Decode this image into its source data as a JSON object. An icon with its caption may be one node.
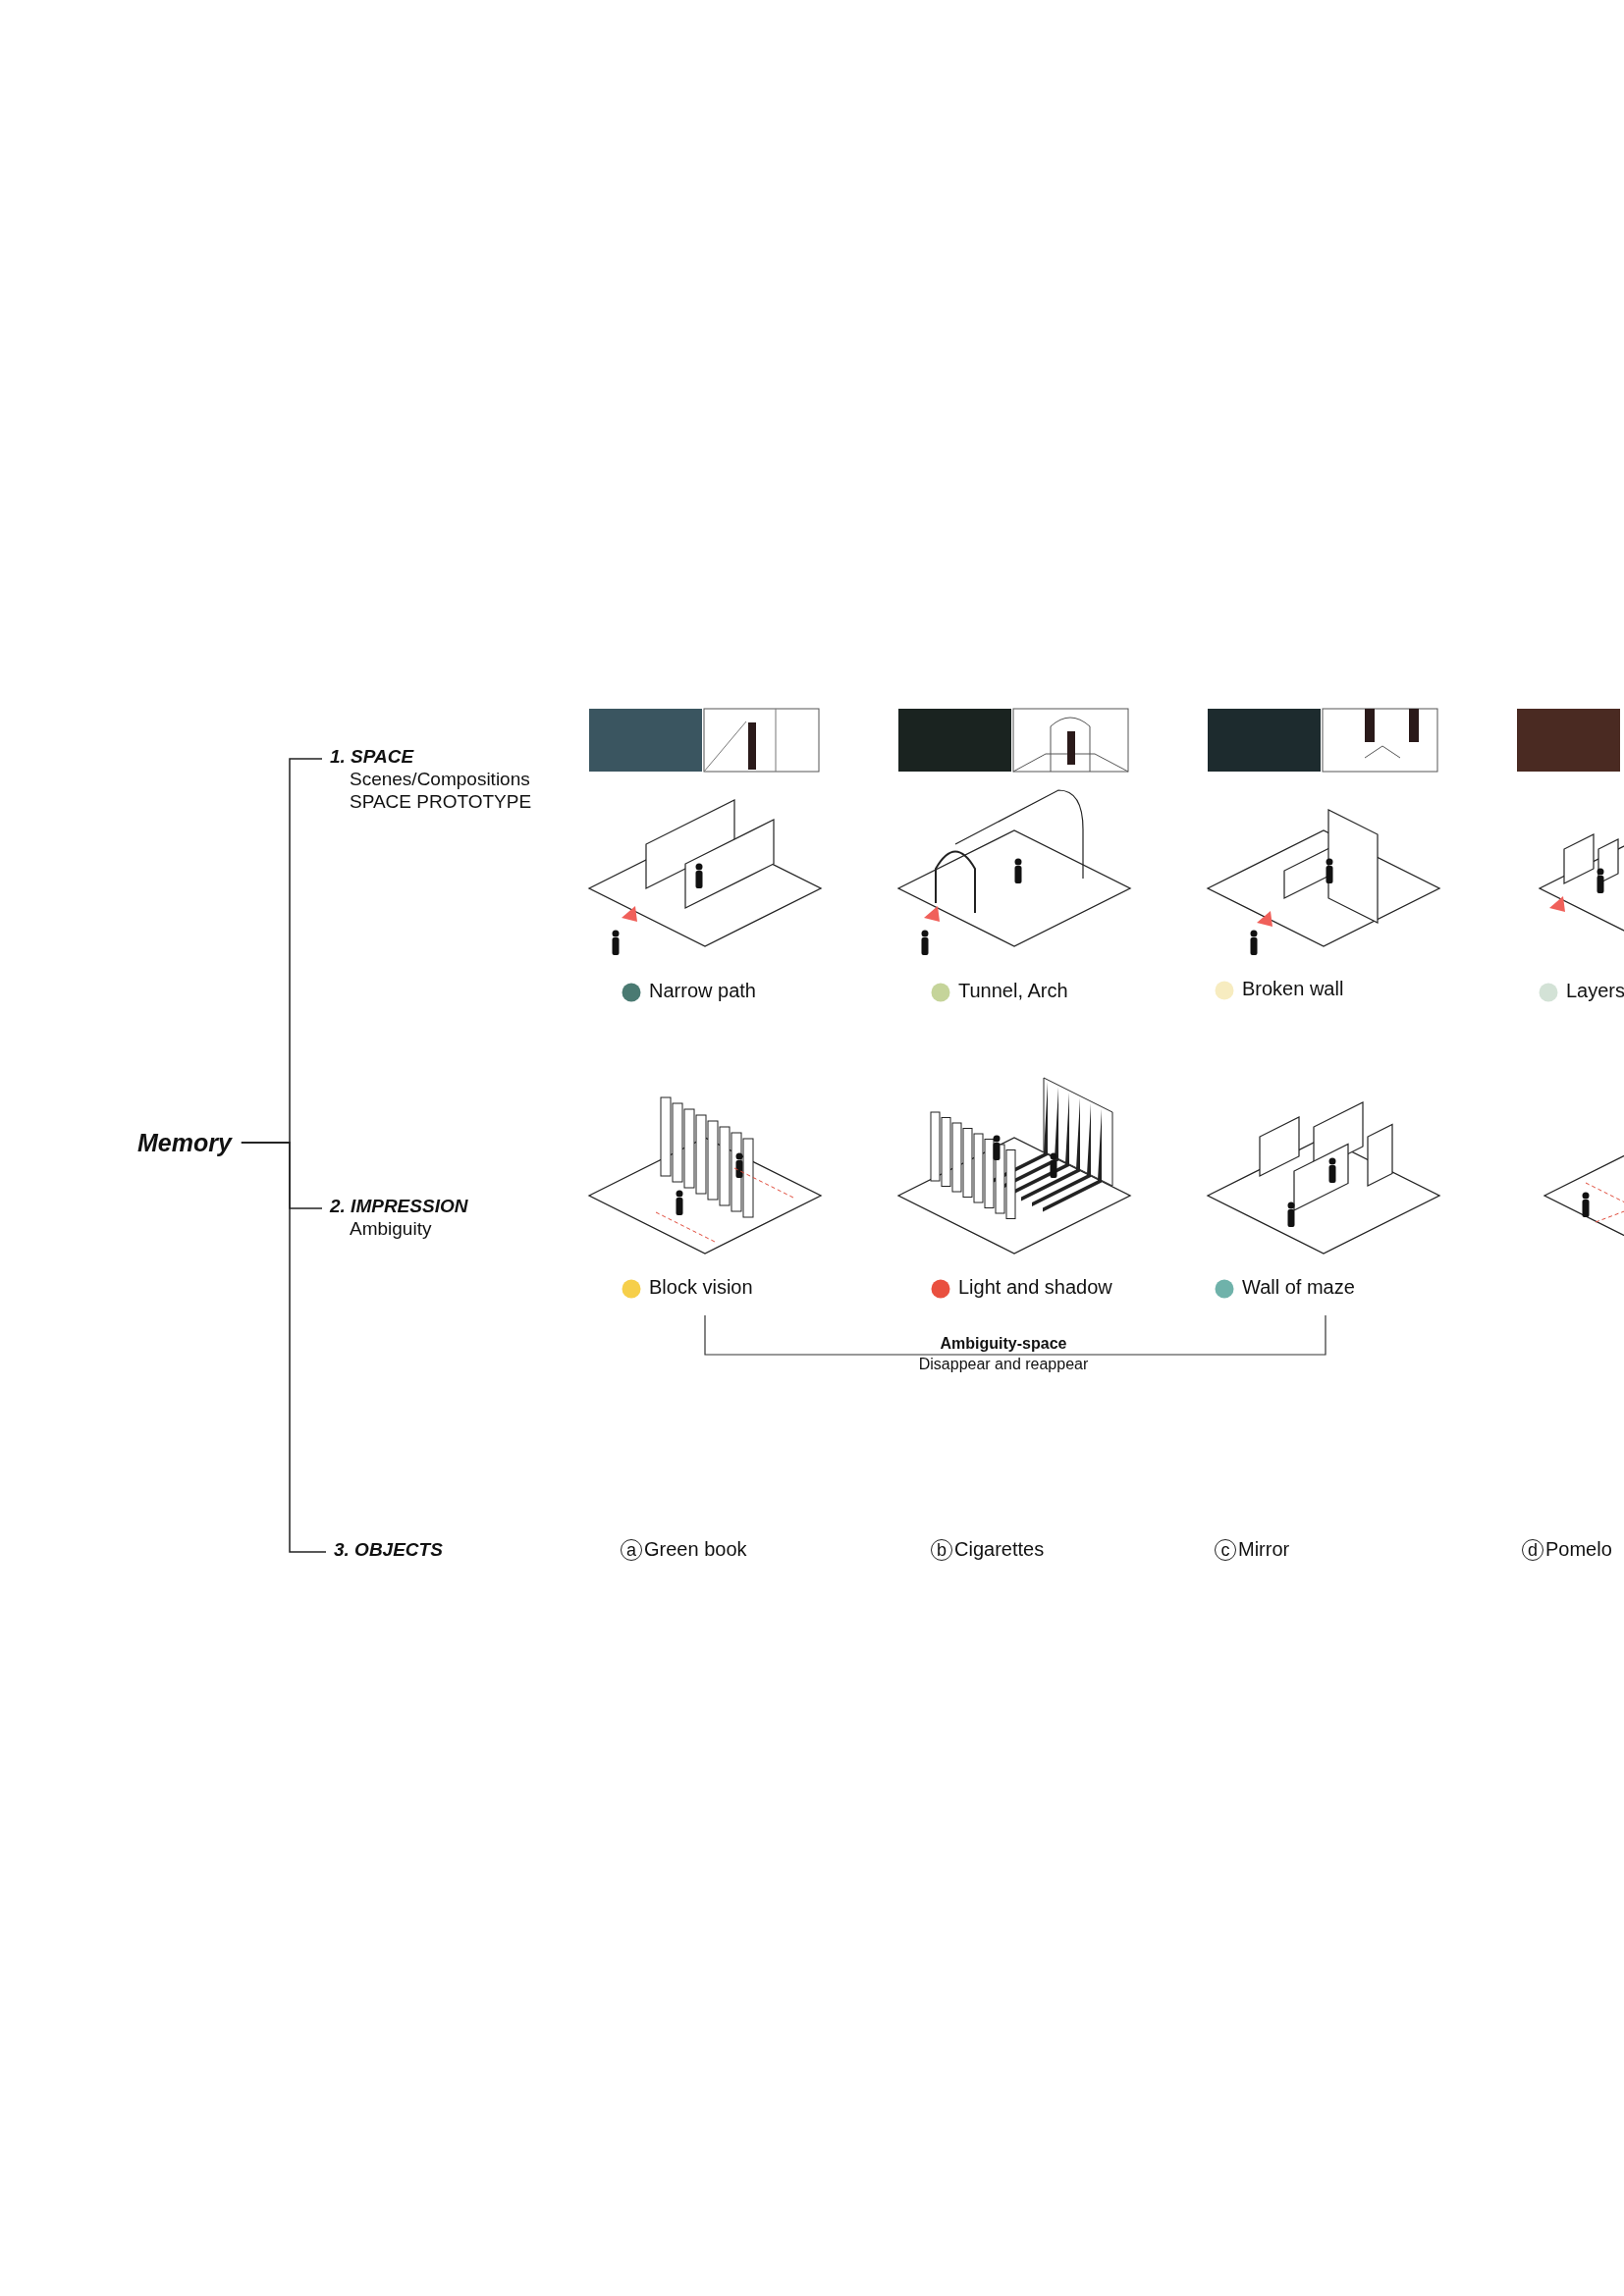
{
  "diagram": {
    "nodes": [
      {
        "text": [
          "Memory"
        ]
      },
      {
        "text": [
          "1. SPACE",
          "Scenes/Compositions",
          "SPACE PROTOTYPE"
        ]
      },
      {
        "text": [
          "2. IMPRESSION",
          "Ambiguity"
        ]
      },
      {
        "text": [
          "3. OBJECTS"
        ]
      }
    ],
    "edges": [
      {
        "from": 0,
        "to": 1,
        "arrow": "none"
      },
      {
        "from": 0,
        "to": 2,
        "arrow": "none"
      },
      {
        "from": 0,
        "to": 3,
        "arrow": "none"
      }
    ],
    "labels": [
      "Ambiguity-space",
      "Disappear and reappear",
      "a",
      "Green book",
      "b",
      "Cigarettes",
      "c",
      "Mirror",
      "d",
      "Pomelo"
    ],
    "legend": [
      {
        "text": "Narrow path",
        "color": "#4a7a72"
      },
      {
        "text": "Tunnel, Arch",
        "color": "#c5d49a"
      },
      {
        "text": "Broken wall",
        "color": "#f7ecc0"
      },
      {
        "text": "Layers",
        "color": "#d3e2d6"
      },
      {
        "text": "Block vision",
        "color": "#f6cf4a"
      },
      {
        "text": "Light and shadow",
        "color": "#e9503f"
      },
      {
        "text": "Wall of maze",
        "color": "#6fb2aa"
      }
    ]
  }
}
